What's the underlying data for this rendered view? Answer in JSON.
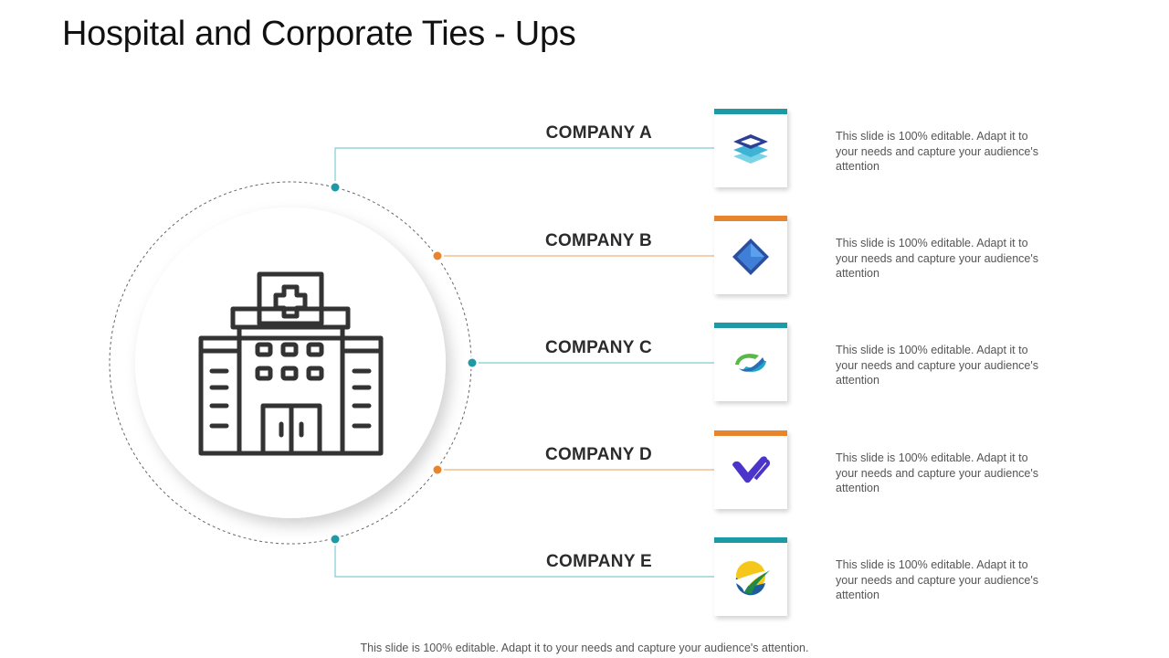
{
  "title": "Hospital and Corporate Ties - Ups",
  "footer": "This slide is 100% editable. Adapt it to your needs and capture your audience's attention.",
  "colors": {
    "teal": "#1e9aa6",
    "orange": "#e8832e",
    "line_teal": "#7fcbd2",
    "line_orange": "#efb07a"
  },
  "center_icon": "hospital-icon",
  "companies": [
    {
      "name": "COMPANY A",
      "description": "This slide is 100% editable. Adapt it to your needs and capture your audience's attention",
      "accent": "teal",
      "logo": "layers-logo-icon"
    },
    {
      "name": "COMPANY B",
      "description": "This slide is 100% editable. Adapt it to your needs and capture your audience's attention",
      "accent": "orange",
      "logo": "diamond-logo-icon"
    },
    {
      "name": "COMPANY C",
      "description": "This slide is 100% editable. Adapt it to your needs and capture your audience's attention",
      "accent": "teal",
      "logo": "swirl-logo-icon"
    },
    {
      "name": "COMPANY D",
      "description": "This slide is 100% editable. Adapt it to your needs and capture your audience's attention",
      "accent": "orange",
      "logo": "check-logo-icon"
    },
    {
      "name": "COMPANY E",
      "description": "This slide is 100% editable. Adapt it to your needs and capture your audience's attention",
      "accent": "teal",
      "logo": "sun-wing-logo-icon"
    }
  ]
}
